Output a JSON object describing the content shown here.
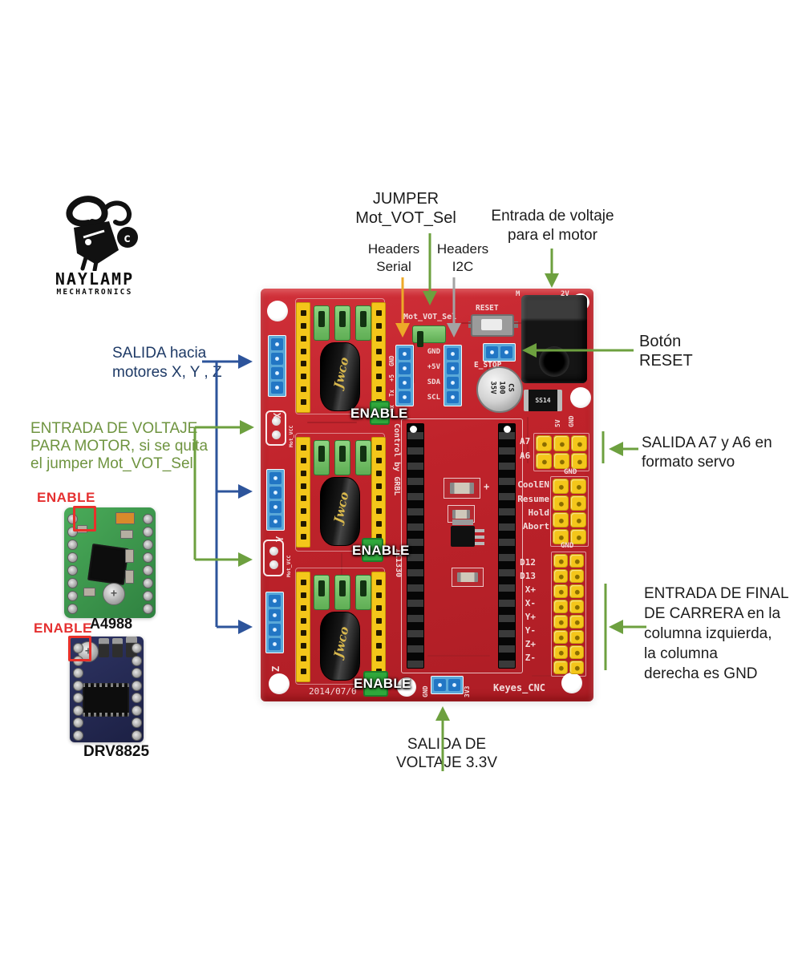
{
  "logo": {
    "title": "NAYLAMP",
    "subtitle": "MECHATRONICS"
  },
  "annotations": {
    "jumper": {
      "line1": "JUMPER",
      "line2": "Mot_VOT_Sel"
    },
    "headers_serial": {
      "line1": "Headers",
      "line2": "Serial"
    },
    "headers_i2c": {
      "line1": "Headers",
      "line2": "I2C"
    },
    "voltage_in": {
      "line1": "Entrada de voltaje",
      "line2": "para el motor"
    },
    "reset": {
      "line1": "Botón",
      "line2": "RESET"
    },
    "salida_motores": {
      "line1": "SALIDA hacia",
      "line2": "motores X, Y , Z"
    },
    "entrada_voltaje": {
      "line1": "ENTRADA DE VOLTAJE",
      "line2": "PARA MOTOR, si se quita",
      "line3": "el jumper Mot_VOT_Sel"
    },
    "enable_a4988": "ENABLE",
    "enable_drv8825": "ENABLE",
    "label_a4988": "A4988",
    "label_drv8825": "DRV8825",
    "salida_servo": {
      "line1": "SALIDA A7 y A6 en",
      "line2": "formato servo"
    },
    "final_carrera": {
      "line1": "ENTRADA DE FINAL",
      "line2": "DE CARRERA en la",
      "line3": "columna izquierda,",
      "line4": "la columna",
      "line5": "derecha es GND"
    },
    "salida_33": {
      "line1": "SALIDA DE",
      "line2": "VOLTAJE 3.3V"
    }
  },
  "board": {
    "silk_mot_vot_sel": "Mot_VOT_Sel",
    "silk_reset": "RESET",
    "silk_e_stop": "E_STOP",
    "silk_m": "M",
    "silk_2v": "2V",
    "serial_labels": [
      "GND",
      "+5",
      "Tx",
      "Rx"
    ],
    "i2c_labels": [
      "GND",
      "+5V",
      "SDA",
      "SCL"
    ],
    "cap_lines": [
      "CS",
      "100",
      "35V"
    ],
    "diode": "SS14",
    "grbl": "Control by GRBL",
    "grbl_num": "111330",
    "plus": "+",
    "silk_5v": "5V",
    "silk_gnd_top": "GND",
    "a7": "A7",
    "a6": "A6",
    "gnd_servo": "GND",
    "ctrl_labels": [
      "CoolEN",
      "Resume",
      "Hold",
      "Abort"
    ],
    "gnd_ctrl": "GND",
    "limit_labels": [
      "D12",
      "D13",
      "X+",
      "X-",
      "Y+",
      "Y-",
      "Z+",
      "Z-"
    ],
    "axis_x": "X",
    "axis_y": "Y",
    "axis_z": "Z",
    "mot_vcc": "Mot_VCC",
    "gnd_33": "GND",
    "v33": "3V3",
    "date": "2014/07/0",
    "brand": "Keyes_CNC",
    "enable_badge": "ENABLE",
    "cap_brand": "Jwco"
  },
  "colors": {
    "pcb_red": "#c0232b",
    "header_yellow": "#f4c61a",
    "jumper_green": "#74c46a",
    "pin_blue": "#2276c4",
    "arrow_green": "#6da03f",
    "arrow_blue": "#2d549b",
    "arrow_orange": "#eda928",
    "arrow_gray": "#a3a3a3",
    "enable_red": "#e53030",
    "text_blue": "#1e3a66",
    "text_green": "#6f9440",
    "module_green": "#3f9e4d",
    "module_navy": "#252a52",
    "badge_green": "#2fa83b"
  }
}
